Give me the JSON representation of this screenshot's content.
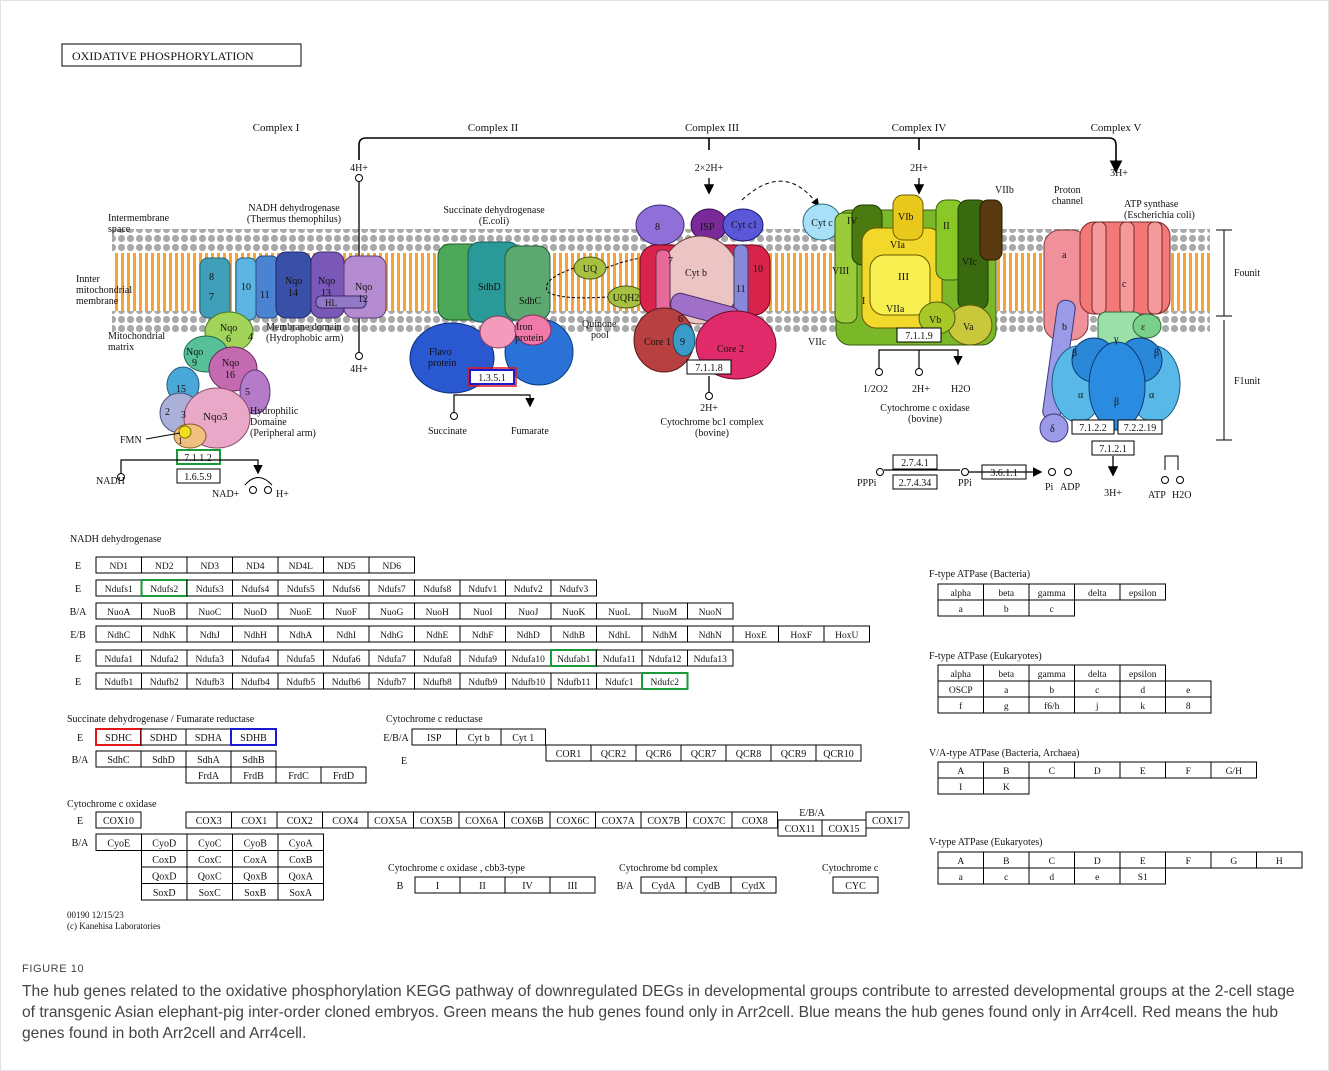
{
  "diagram": {
    "title": "OXIDATIVE PHOSPHORYLATION",
    "complex_labels": [
      "Complex I",
      "Complex II",
      "Complex III",
      "Complex IV",
      "Complex V"
    ],
    "membrane_labels": {
      "intermembrane": [
        "Intermembrane",
        "space"
      ],
      "inner": [
        "Innter",
        "mitochondrial",
        "membrane"
      ],
      "matrix": [
        "Mitochondrial",
        "matrix"
      ]
    },
    "protons": {
      "c1_top": "4H+",
      "c1_bottom": "4H+",
      "c3": "2×2H+",
      "c3_bottom": "2H+",
      "c4": "2H+",
      "c5": "3H+",
      "c5_bottom": "3H+"
    },
    "complex1": {
      "name": [
        "NADH dehydrogenase",
        "(Thermus themophilus)"
      ],
      "membrane_domain": [
        "Membrane domain",
        "(Hydrophobic arm)"
      ],
      "hydrophilic": [
        "Hydrophilic",
        "Domaine",
        "(Peripheral arm)"
      ],
      "subunits": [
        "8",
        "7",
        "10",
        "11",
        "Nqo 14",
        "Nqo 13",
        "HL",
        "Nqo 12",
        "Nqo 6",
        "Nqo 9",
        "Nqo 16",
        "4",
        "15",
        "5",
        "2",
        "Nqo3",
        "3",
        "1"
      ],
      "fmn": "FMN",
      "nadh": "NADH",
      "nad": "NAD+",
      "h": "H+",
      "ec": [
        "7.1.1.2",
        "1.6.5.9"
      ]
    },
    "complex2": {
      "name": [
        "Succinate dehydrogenase",
        "(E.coli)"
      ],
      "subunits": [
        "SdhD",
        "SdhC",
        "Flavo protein",
        "Iron protein"
      ],
      "ec": "1.3.5.1",
      "succinate": "Succinate",
      "fumarate": "Fumarate",
      "uq": "UQ",
      "uqh2": "UQH2",
      "pool": [
        "Quinone",
        "pool"
      ]
    },
    "complex3": {
      "name": [
        "Cytochrome bc1 complex",
        "(bovine)"
      ],
      "subunits": [
        "8",
        "ISP",
        "Cyt c1",
        "7",
        "Cyt b",
        "10",
        "11",
        "6",
        "Core 1",
        "9",
        "Core 2"
      ],
      "ec": "7.1.1.8"
    },
    "complex4": {
      "name": [
        "Cytochrome c oxidase",
        "(bovine)"
      ],
      "cytc": "Cyt c",
      "subunits": [
        "IV",
        "VIII",
        "VIb",
        "VIa",
        "III",
        "I",
        "VIIa",
        "Vb",
        "II",
        "VIc",
        "Va",
        "VIIc",
        "VIIb"
      ],
      "ec": "7.1.1.9",
      "o2": "1/2O2",
      "h": "2H+",
      "h2o": "H2O"
    },
    "complex5": {
      "name": [
        "ATP synthase",
        "(Escherichia coli)"
      ],
      "proton_channel": [
        "Proton",
        "channel"
      ],
      "subunits": [
        "a",
        "c",
        "b",
        "ε",
        "γ",
        "β",
        "β",
        "α",
        "β",
        "α",
        "δ"
      ],
      "ec": [
        "7.1.2.2",
        "7.2.2.19",
        "7.1.2.1"
      ],
      "fo": "Founit",
      "f1": "F1unit",
      "atp": "ATP",
      "h2o": "H2O",
      "ppi_ec": [
        "2.7.4.1",
        "2.7.4.34"
      ],
      "pppi": "PPPi",
      "ppi": "PPi",
      "ec361": "3.6.1.1",
      "pi": "Pi",
      "adp": "ADP"
    },
    "gene_table": {
      "nadh_title": "NADH dehydrogenase",
      "nadh_rows": [
        {
          "prefix": "E",
          "cells": [
            "ND1",
            "ND2",
            "ND3",
            "ND4",
            "ND4L",
            "ND5",
            "ND6"
          ]
        },
        {
          "prefix": "E",
          "cells": [
            "Ndufs1",
            "Ndufs2",
            "Ndufs3",
            "Ndufs4",
            "Ndufs5",
            "Ndufs6",
            "Ndufs7",
            "Ndufs8",
            "Ndufv1",
            "Ndufv2",
            "Ndufv3"
          ]
        },
        {
          "prefix": "B/A",
          "cells": [
            "NuoA",
            "NuoB",
            "NuoC",
            "NuoD",
            "NuoE",
            "NuoF",
            "NuoG",
            "NuoH",
            "NuoI",
            "NuoJ",
            "NuoK",
            "NuoL",
            "NuoM",
            "NuoN"
          ]
        },
        {
          "prefix": "E/B",
          "cells": [
            "NdhC",
            "NdhK",
            "NdhJ",
            "NdhH",
            "NdhA",
            "NdhI",
            "NdhG",
            "NdhE",
            "NdhF",
            "NdhD",
            "NdhB",
            "NdhL",
            "NdhM",
            "NdhN",
            "HoxE",
            "HoxF",
            "HoxU"
          ]
        },
        {
          "prefix": "E",
          "cells": [
            "Ndufa1",
            "Ndufa2",
            "Ndufa3",
            "Ndufa4",
            "Ndufa5",
            "Ndufa6",
            "Ndufa7",
            "Ndufa8",
            "Ndufa9",
            "Ndufa10",
            "Ndufab1",
            "Ndufa11",
            "Ndufa12",
            "Ndufa13"
          ]
        },
        {
          "prefix": "E",
          "cells": [
            "Ndufb1",
            "Ndufb2",
            "Ndufb3",
            "Ndufb4",
            "Ndufb5",
            "Ndufb6",
            "Ndufb7",
            "Ndufb8",
            "Ndufb9",
            "Ndufb10",
            "Ndufb11",
            "Ndufc1",
            "Ndufc2"
          ]
        }
      ],
      "sdh_title": "Succinate dehydrogenase / Fumarate reductase",
      "sdh_rows": [
        {
          "prefix": "E",
          "cells": [
            "SDHC",
            "SDHD",
            "SDHA",
            "SDHB"
          ]
        },
        {
          "prefix": "B/A",
          "cells": [
            "SdhC",
            "SdhD",
            "SdhA",
            "SdhB"
          ]
        },
        {
          "prefix": "",
          "cells": [
            "FrdA",
            "FrdB",
            "FrdC",
            "FrdD"
          ]
        }
      ],
      "cyt_red_title": "Cytochrome c reductase",
      "cyt_red_rows": [
        {
          "prefix": "E/B/A",
          "cells": [
            "ISP",
            "Cyt b",
            "Cyt 1"
          ]
        },
        {
          "prefix": "E",
          "cells": [
            "COR1",
            "QCR2",
            "QCR6",
            "QCR7",
            "QCR8",
            "QCR9",
            "QCR10"
          ]
        }
      ],
      "cox_title": "Cytochrome c oxidase",
      "cox_e_prefix": "E",
      "cox_e_first": "COX10",
      "cox_e_cells": [
        "COX3",
        "COX1",
        "COX2",
        "COX4",
        "COX5A",
        "COX5B",
        "COX6A",
        "COX6B",
        "COX6C",
        "COX7A",
        "COX7B",
        "COX7C",
        "COX8"
      ],
      "cox_eba_label": "E/B/A",
      "cox_eba_cells": [
        "COX11",
        "COX15"
      ],
      "cox_17": "COX17",
      "cox_ba_prefix": "B/A",
      "cox_ba_rows": [
        [
          "CyoE",
          "CyoD",
          "CyoC",
          "CyoB",
          "CyoA"
        ],
        [
          "",
          "CoxD",
          "CoxC",
          "CoxA",
          "CoxB"
        ],
        [
          "",
          "QoxD",
          "QoxC",
          "QoxB",
          "QoxA"
        ],
        [
          "",
          "SoxD",
          "SoxC",
          "SoxB",
          "SoxA"
        ]
      ],
      "cbb3_title": "Cytochrome c oxidase , cbb3-type",
      "cbb3_prefix": "B",
      "cbb3_cells": [
        "I",
        "II",
        "IV",
        "III"
      ],
      "bd_title": "Cytochrome bd complex",
      "bd_prefix": "B/A",
      "bd_cells": [
        "CydA",
        "CydB",
        "CydX"
      ],
      "cytc_title": "Cytochrome c",
      "cytc_cell": "CYC",
      "ftype_bac_title": "F-type ATPase (Bacteria)",
      "ftype_bac_rows": [
        [
          "alpha",
          "beta",
          "gamma",
          "delta",
          "epsilon"
        ],
        [
          "a",
          "b",
          "c"
        ]
      ],
      "ftype_euk_title": "F-type ATPase (Eukaryotes)",
      "ftype_euk_rows": [
        [
          "alpha",
          "beta",
          "gamma",
          "delta",
          "epsilon"
        ],
        [
          "OSCP",
          "a",
          "b",
          "c",
          "d",
          "e"
        ],
        [
          "f",
          "g",
          "f6/h",
          "j",
          "k",
          "8"
        ]
      ],
      "va_title": "V/A-type ATPase (Bacteria, Archaea)",
      "va_rows": [
        [
          "A",
          "B",
          "C",
          "D",
          "E",
          "F",
          "G/H"
        ],
        [
          "I",
          "K"
        ]
      ],
      "vtype_title": "V-type ATPase (Eukaryotes)",
      "vtype_rows": [
        [
          "A",
          "B",
          "C",
          "D",
          "E",
          "F",
          "G",
          "H"
        ],
        [
          "a",
          "c",
          "d",
          "e",
          "S1"
        ]
      ]
    },
    "highlights": {
      "green": [
        "Ndufs2",
        "Ndufab1",
        "Ndufc2",
        "7.1.1.2"
      ],
      "blue": [
        "SDHB"
      ],
      "red": [
        "SDHC"
      ],
      "colors": {
        "green": "#1a9a3a",
        "blue": "#1a1ad0",
        "red": "#e01818"
      }
    },
    "footer": [
      "00190 12/15/23",
      "(c) Kanehisa Laboratories"
    ]
  },
  "figure": {
    "label": "FIGURE 10",
    "caption": "The hub genes related to the oxidative phosphorylation KEGG pathway of downregulated DEGs in developmental groups contribute to arrested developmental groups at the 2-cell stage of transgenic Asian elephant-pig inter-order cloned embryos. Green means the hub genes found only in Arr2cell. Blue means the hub genes found only in Arr4cell. Red means the hub genes found in both Arr2cell and Arr4cell."
  }
}
